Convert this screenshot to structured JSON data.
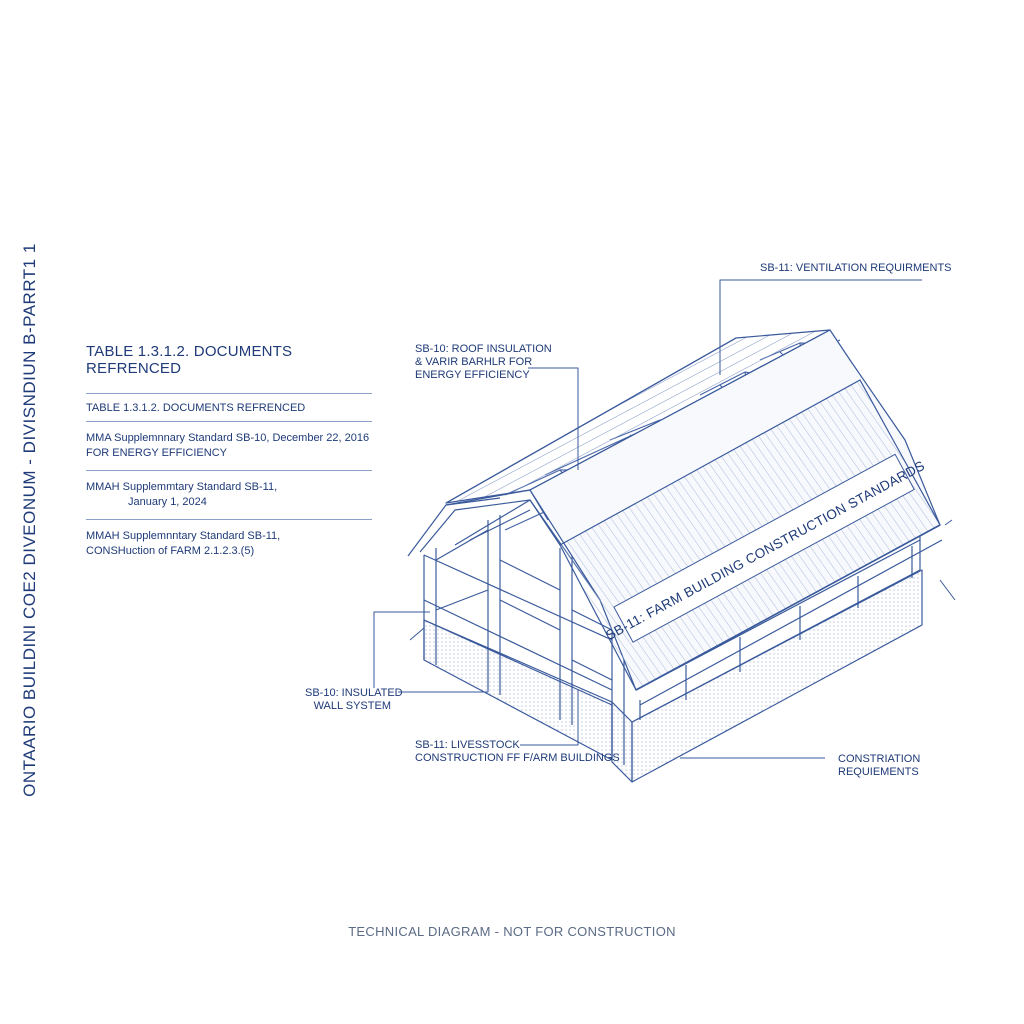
{
  "vertical_title": "ONTAARIO BUILDINI COE2 DIVEONUM - DIVISNDIUN B-PARRT1 1",
  "table": {
    "title": "TABLE 1.3.1.2. DOCUMENTS REFRENCED",
    "subtitle": "TABLE 1.3.1.2. DOCUMENTS REFRENCED",
    "entries": [
      {
        "line1": "MMA   Supplemnnary Standard SB-10, December 22, 2016",
        "line2": "FOR ENERGY EFFICIENCY"
      },
      {
        "line1": "MMAH   Supplemmtary Standard SB-11,",
        "line2": "January 1, 2024"
      },
      {
        "line1": "MMAH   Supplemnntary Standard SB-11,",
        "line2": "CONSHuction of FARM  2.1.2.3.(5)"
      }
    ]
  },
  "callouts": {
    "ventilation": "SB-11: VENTILATION REQUIRMENTS",
    "roof_line1": "SB-10: ROOF INSULATION",
    "roof_line2": "& VARIR BARHLR FOR",
    "roof_line3": "ENERGY EFFICIENCY",
    "wall_line1": "SB-10: INSULATED",
    "wall_line2": "WALL SYSTEM",
    "livestock_line1": "SB-11: LIVESSTOCK",
    "livestock_line2": "CONSTRUCTION FF F/ARM BUILDINGS",
    "constr_line1": "CONSTRIATION",
    "constr_line2": "REQUIEMENTS"
  },
  "roof_banner": "SB-11: FARM BUILDING CONSTRUCTION STANDARDS",
  "footer": "TECHNICAL DIAGRAM - NOT FOR CONSTRUCTION",
  "colors": {
    "ink": "#1e3a78",
    "line": "#3a5a9c",
    "muted": "#5b6b86"
  }
}
